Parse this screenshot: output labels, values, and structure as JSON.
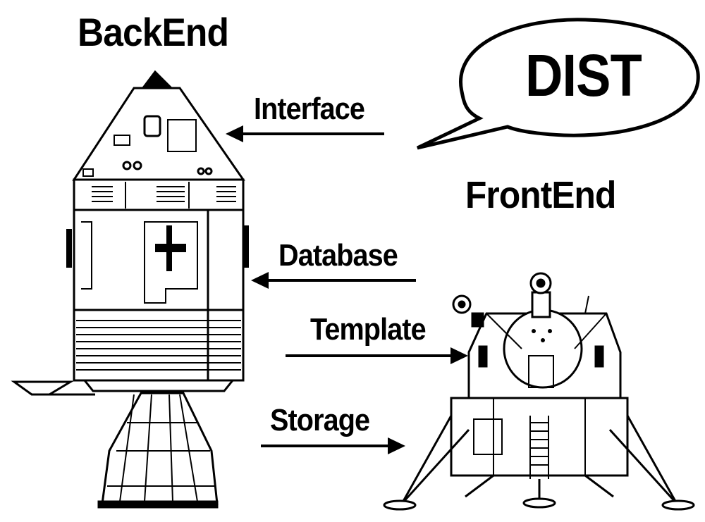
{
  "titles": {
    "backend": "BackEnd",
    "frontend": "FrontEnd"
  },
  "speech_bubble": {
    "text": "DIST"
  },
  "arrows": {
    "interface": "Interface",
    "database": "Database",
    "template": "Template",
    "storage": "Storage"
  },
  "colors": {
    "ink": "#000000",
    "background": "#ffffff"
  }
}
